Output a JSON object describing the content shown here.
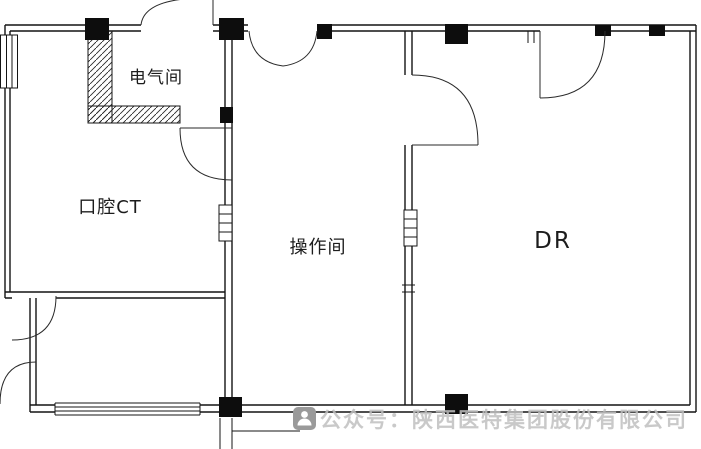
{
  "floor_plan": {
    "rooms": [
      {
        "id": "electrical-room",
        "label": "电气间"
      },
      {
        "id": "dental-ct-room",
        "label": "口腔CT"
      },
      {
        "id": "operation-room",
        "label": "操作间"
      },
      {
        "id": "dr-room",
        "label": "DR"
      }
    ]
  },
  "watermark": {
    "icon": "wechat-official-account-icon",
    "text_left": "公众号：陕西",
    "text_right": "医特集团股份有限公司"
  },
  "colors": {
    "line": "#141414",
    "background": "#ffffff",
    "watermark_text": "#c0c0c0",
    "watermark_icon": "#9a9a9a"
  }
}
